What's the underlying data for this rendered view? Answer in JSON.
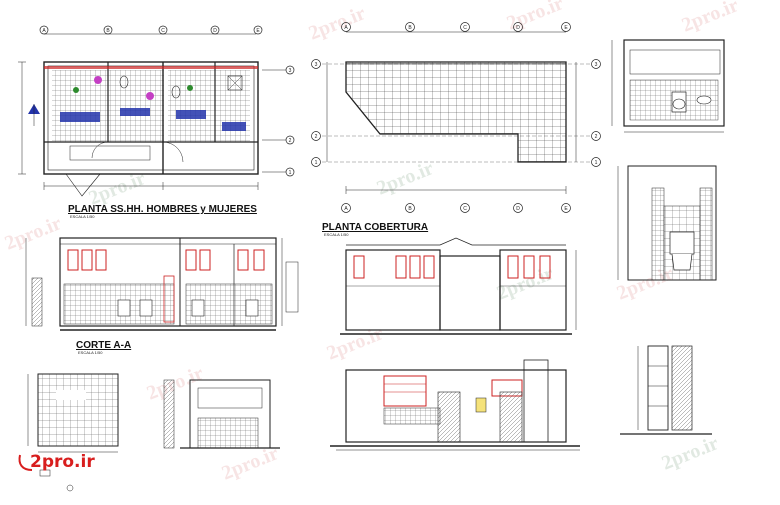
{
  "drawing": {
    "plan_title": "PLANTA SS.HH. HOMBRES y MUJERES",
    "plan_scale": "ESCALA 1/50",
    "roof_title": "PLANTA COBERTURA",
    "roof_scale": "ESCALA 1/50",
    "section_title": "CORTE A-A",
    "section_scale": "ESCALA 1/50"
  },
  "grid": {
    "plan_columns": [
      "A",
      "B",
      "C",
      "D",
      "E"
    ],
    "plan_rows": [
      "1",
      "2",
      "3"
    ],
    "roof_columns": [
      "A",
      "B",
      "C",
      "D",
      "E"
    ],
    "roof_rows": [
      "1",
      "2",
      "3"
    ]
  },
  "watermark": {
    "text": "2pro.ir",
    "logo_text": "2pro.ir",
    "logo_color": "#d81e1e"
  },
  "colors": {
    "lines": "#222222",
    "accent_red": "#cc2222",
    "accent_blue": "#2233aa",
    "accent_magenta": "#c43fc4",
    "accent_green": "#2e8b2e",
    "accent_yellow": "#d8b400"
  }
}
